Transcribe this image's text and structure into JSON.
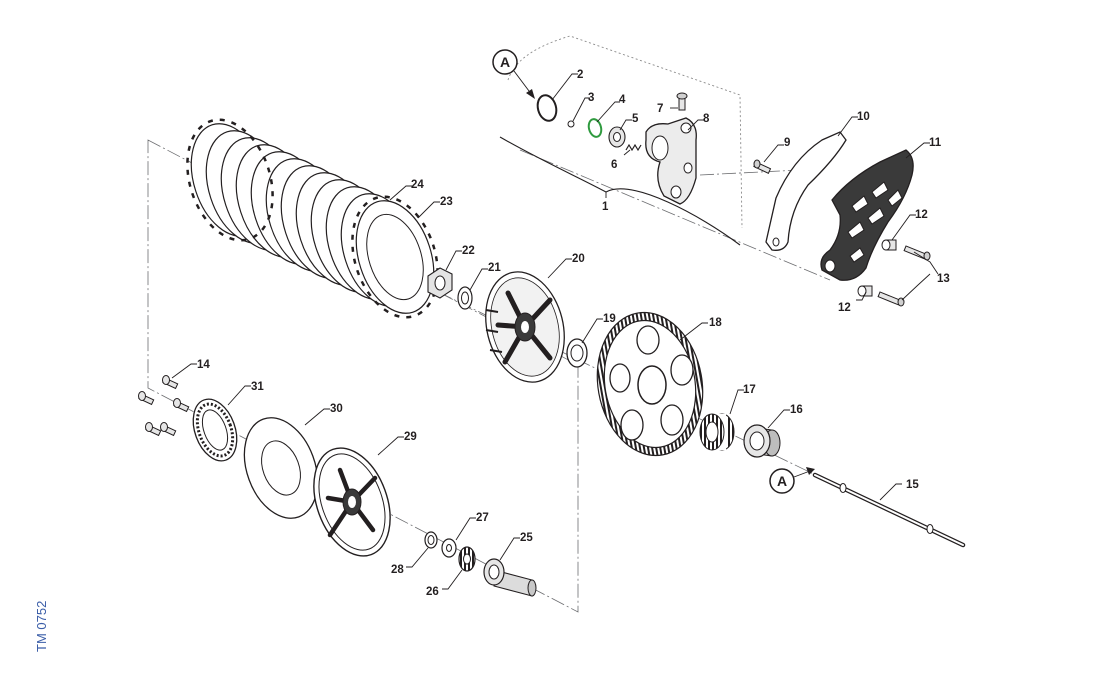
{
  "drawing": {
    "reference": "TM 0752",
    "detail_marker": "A",
    "part_labels": [
      "1",
      "2",
      "3",
      "4",
      "5",
      "6",
      "7",
      "8",
      "9",
      "10",
      "11",
      "12",
      "12",
      "13",
      "14",
      "15",
      "16",
      "17",
      "18",
      "19",
      "20",
      "21",
      "22",
      "23",
      "24",
      "25",
      "26",
      "27",
      "28",
      "29",
      "30",
      "31"
    ]
  },
  "colors": {
    "line": "#231f20",
    "highlight_ring": "#2e9a3e",
    "reference_text": "#3b5ea8",
    "part_fill": "#d8d8d8",
    "dark_part": "#3a3a3a"
  }
}
